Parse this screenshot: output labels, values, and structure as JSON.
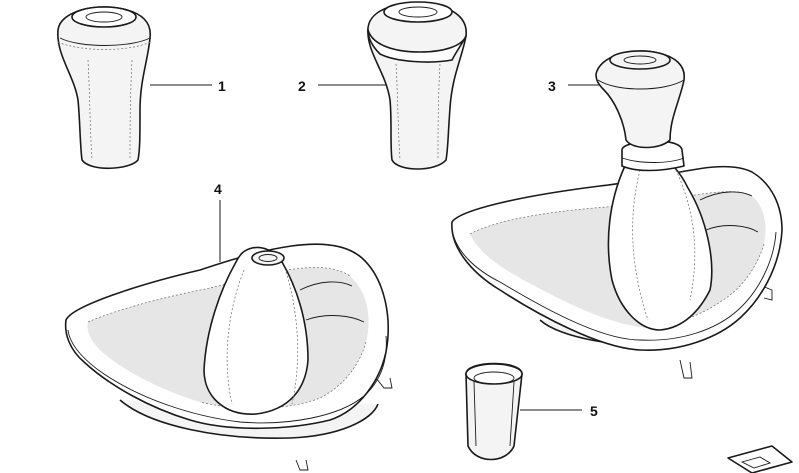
{
  "callouts": [
    {
      "id": "1",
      "label": "1"
    },
    {
      "id": "2",
      "label": "2"
    },
    {
      "id": "3",
      "label": "3"
    },
    {
      "id": "4",
      "label": "4"
    },
    {
      "id": "5",
      "label": "5"
    }
  ],
  "colors": {
    "line": "#1a1a1a",
    "background": "#ffffff",
    "fill": "#f4f4f4"
  },
  "icons": [
    "gear-knob",
    "gear-knob-with-trim",
    "gear-knob-with-boot",
    "shift-boot-with-frame",
    "sleeve-ring",
    "catalog-corner-logo"
  ]
}
